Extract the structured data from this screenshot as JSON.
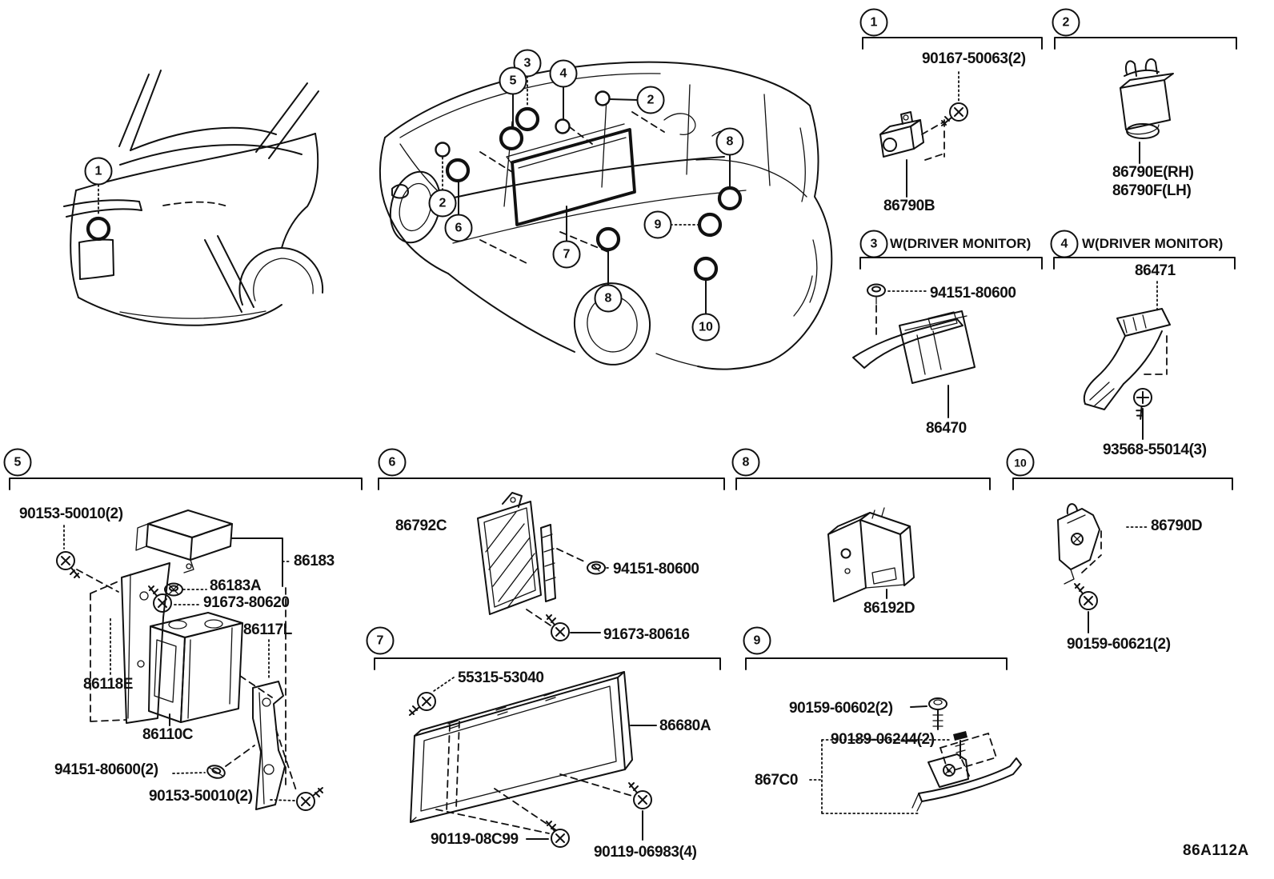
{
  "figure_code": "86A112A",
  "callout_numbers": {
    "n1": "1",
    "n2": "2",
    "n3": "3",
    "n4": "4",
    "n5": "5",
    "n6": "6",
    "n7": "7",
    "n8": "8",
    "n9": "9",
    "n10": "10"
  },
  "panels": {
    "p1": {
      "num": "1",
      "parts": {
        "screw": "90167-50063(2)",
        "camera": "86790B"
      }
    },
    "p2": {
      "num": "2",
      "parts": {
        "camera_rh": "86790E(RH)",
        "camera_lh": "86790F(LH)"
      }
    },
    "p3": {
      "num": "3",
      "note": "W(DRIVER MONITOR)",
      "parts": {
        "nut": "94151-80600",
        "ecu": "86470"
      }
    },
    "p4": {
      "num": "4",
      "note": "W(DRIVER MONITOR)",
      "parts": {
        "duct": "86471",
        "screw": "93568-55014(3)"
      }
    },
    "p5": {
      "num": "5",
      "parts": {
        "screw_top": "90153-50010(2)",
        "cover": "86183",
        "nut": "86183A",
        "bolt": "91673-80620",
        "bracket_right": "86117L",
        "bracket_left": "86118E",
        "ecu": "86110C",
        "clip": "94151-80600(2)",
        "screw_bottom": "90153-50010(2)"
      }
    },
    "p6": {
      "num": "6",
      "parts": {
        "amplifier": "86792C",
        "clip": "94151-80600",
        "screw": "91673-80616"
      }
    },
    "p7": {
      "num": "7",
      "parts": {
        "screw_top": "55315-53040",
        "display": "86680A",
        "screw_left": "90119-08C99",
        "screw_right": "90119-06983(4)"
      }
    },
    "p8": {
      "num": "8",
      "parts": {
        "switch": "86192D"
      }
    },
    "p9": {
      "num": "9",
      "parts": {
        "bolt": "90159-60602(2)",
        "screw": "90189-06244(2)",
        "camera_assy": "867C0"
      }
    },
    "p10": {
      "num": "10",
      "parts": {
        "camera": "86790D",
        "screw": "90159-60621(2)"
      }
    }
  }
}
